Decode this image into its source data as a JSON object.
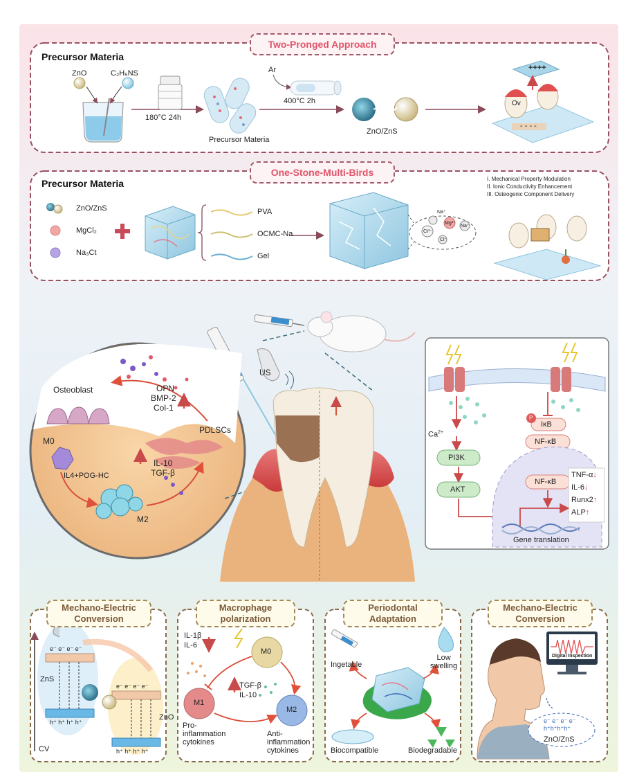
{
  "top": {
    "section1_title": "Two-Pronged Approach",
    "section1_heading": "Precursor Materia",
    "zno": "ZnO",
    "thioacetamide": "C₂H₅NS",
    "temp1": "180°C 24h",
    "precursor_label": "Precursor Materia",
    "ar": "Ar",
    "temp2": "400°C 2h",
    "product": "ZnO/ZnS",
    "ov": "Ov",
    "plus_charges": "++++",
    "minus_charges": "- - - -",
    "section2_title": "One-Stone-Multi-Birds",
    "section2_heading": "Precursor Materia",
    "ingredients": [
      "ZnO/ZnS",
      "MgCl₂",
      "Na₃Ct"
    ],
    "polymers": [
      "PVA",
      "OCMC-Na",
      "Gel"
    ],
    "ions": [
      "Na⁺",
      "Ct³⁻",
      "Mg²⁺",
      "Cl⁻",
      "Na⁺"
    ],
    "functions": [
      "I.    Mechanical Property Modulation",
      "II.   Ionic Conductivity Enhancement",
      "III.  Osteogenic Component Delivery"
    ]
  },
  "middle": {
    "us": "US",
    "osteoblast": "Osteoblast",
    "opn": "OPN",
    "bmp2": "BMP-2",
    "col1": "Col-1",
    "pdlscs": "PDLSCs",
    "m0": "M0",
    "il4": "IL4+POG-HC",
    "il10": "IL-10",
    "tgfb": "TGF-β",
    "m2": "M2",
    "pathway": {
      "ca": "Ca",
      "ca_sup": "2+",
      "p": "P",
      "ikb": "IκB",
      "nfkb1": "NF-κB",
      "pi3k": "PI3K",
      "nfkb2": "NF-κB",
      "akt": "AKT",
      "gene": "Gene translation",
      "markers": [
        {
          "name": "TNF-α",
          "dir": "down"
        },
        {
          "name": "IL-6",
          "dir": "down"
        },
        {
          "name": "Runx2",
          "dir": "up"
        },
        {
          "name": "ALP",
          "dir": "up"
        }
      ]
    }
  },
  "bottom": {
    "p1_title": [
      "Mechano-Electric",
      "Conversion"
    ],
    "p1_electrons": "e⁻  e⁻  e⁻  e⁻",
    "p1_holes": "h⁺  h⁺  h⁺  h⁺",
    "p1_zns": "ZnS",
    "p1_zno": "ZnO",
    "p1_cv": "CV",
    "p2_title": [
      "Macrophage",
      "polarization"
    ],
    "p2_il1b": "IL-1β",
    "p2_il6": "IL-6",
    "p2_m0": "M0",
    "p2_m1": "M1",
    "p2_m2": "M2",
    "p2_tgfb": "TGF-β",
    "p2_il10": "IL-10",
    "p2_pro": [
      "Pro-",
      "inflammation",
      "cytokines"
    ],
    "p2_anti": [
      "Anti-",
      "inflammation",
      "cytokines"
    ],
    "p3_title": [
      "Periodontal",
      "Adaptation"
    ],
    "p3_injectable": "Ingetable",
    "p3_low": [
      "Low",
      "swelling"
    ],
    "p3_biocomp": "Biocompatible",
    "p3_biodeg": "Biodegradable",
    "p4_title": [
      "Mechano-Electric",
      "Conversion"
    ],
    "p4_monitor": "Digital Inspection",
    "p4_product": "ZnO/ZnS"
  }
}
